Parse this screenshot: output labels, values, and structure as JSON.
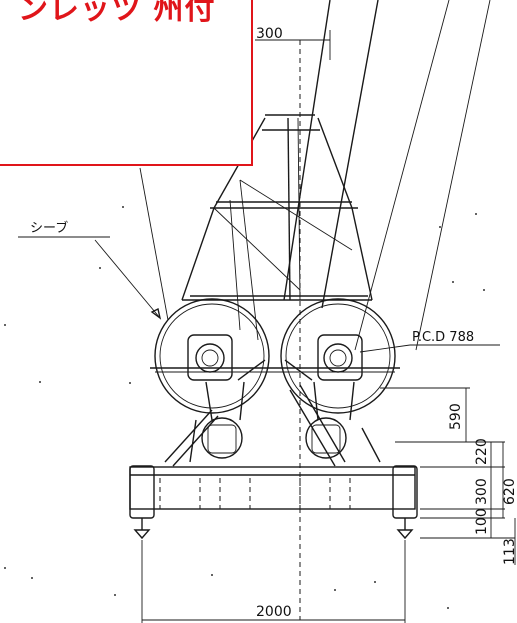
{
  "overlay": {
    "title": "ンレッツ 州付"
  },
  "labels": {
    "sheave": "シーブ",
    "pcd": "P.C.D 788"
  },
  "dimensions": {
    "top": "300",
    "sheave_height": "590",
    "d220": "220",
    "d300": "300",
    "d620": "620",
    "d100": "100",
    "d113": "113",
    "base_width": "2000"
  },
  "colors": {
    "annotation": "#e0151a",
    "ink": "#1a1a1a"
  }
}
